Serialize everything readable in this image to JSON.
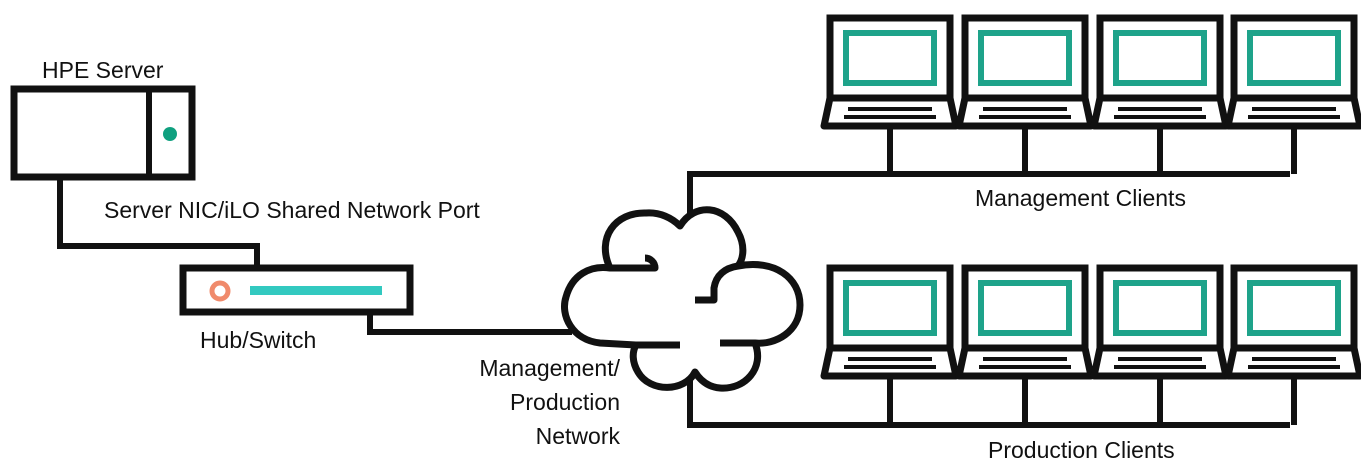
{
  "labels": {
    "server": "HPE Server",
    "shared_port": "Server NIC/iLO Shared Network Port",
    "hub_switch": "Hub/Switch",
    "network_line1": "Management/",
    "network_line2": "Production",
    "network_line3": "Network",
    "management_clients": "Management Clients",
    "production_clients": "Production Clients"
  },
  "colors": {
    "stroke": "#111111",
    "screen": "#1ea38a",
    "switch_bar": "#32c9c0",
    "switch_led": "#f08a6b",
    "server_led": "#0fa07f"
  },
  "clients": {
    "management_count": 4,
    "production_count": 4
  }
}
